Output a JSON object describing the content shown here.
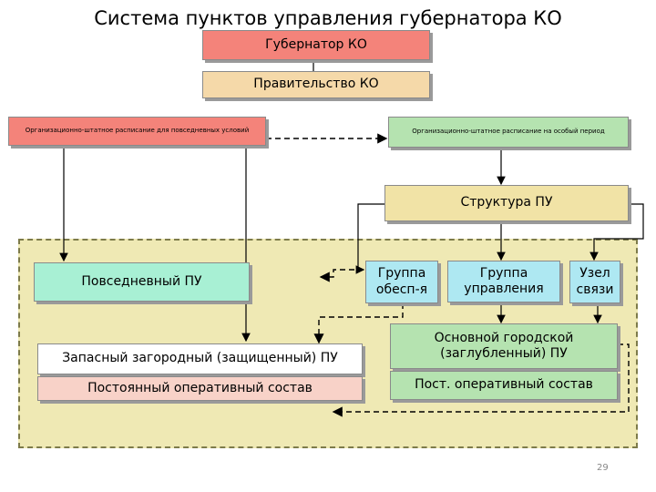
{
  "title": "Система пунктов управления губернатора КО",
  "boxes": {
    "governor": "Губернатор КО",
    "government": "Правительство КО",
    "staff_everyday": "Организационно-штатное расписание для повседневных условий",
    "staff_special": "Организационно-штатное расписание на особый период",
    "structure": "Структура ПУ",
    "everyday_pu": "Повседневный ПУ",
    "support_group": "Группа обесп-я",
    "control_group": "Группа управления",
    "comm_node": "Узел связи",
    "reserve_pu": "Запасный загородный (защищенный) ПУ",
    "permanent_staff": "Постоянный оперативный состав",
    "main_pu": "Основной городской (заглубленный) ПУ",
    "main_staff": "Пост. оперативный состав"
  },
  "page_number": "29",
  "colors": {
    "governor": "#f4837a",
    "government": "#f5d9a9",
    "staff_everyday": "#f4837a",
    "staff_special": "#b5e3b0",
    "structure": "#f1e3a6",
    "everyday_pu": "#a8f0d4",
    "groups": "#aee8f2",
    "reserve_pu": "#ffffff",
    "permanent_staff": "#f8d2c8",
    "main_pu": "#b5e3b0",
    "region": "#efe9b4"
  }
}
